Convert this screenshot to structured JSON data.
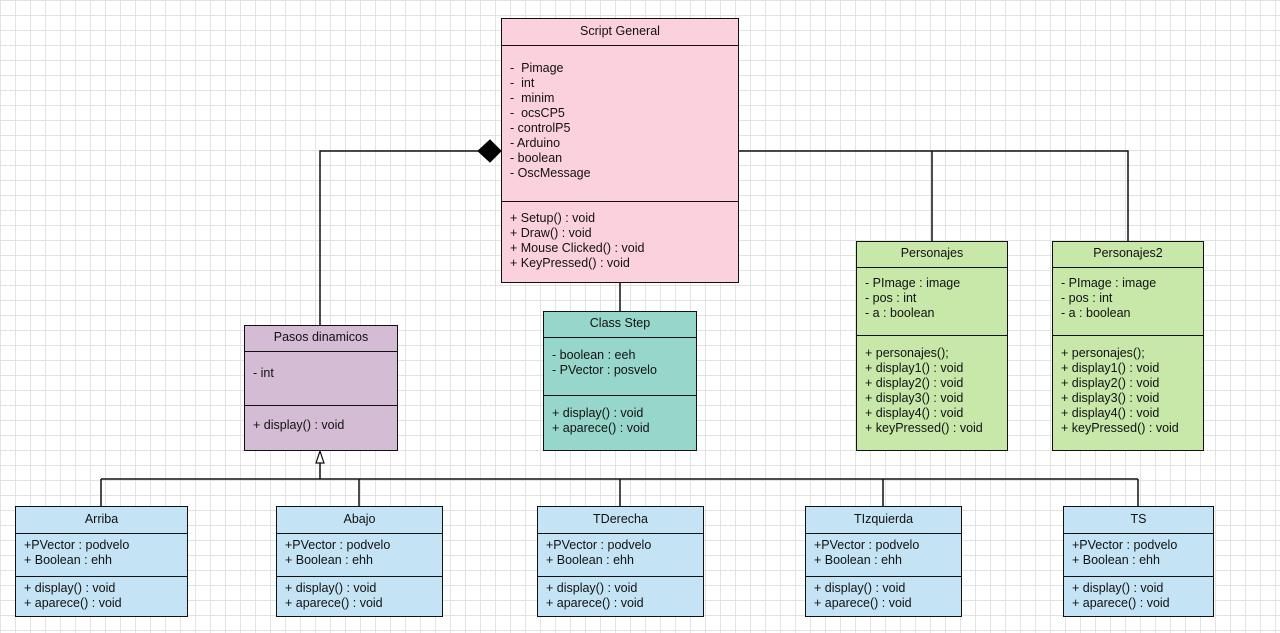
{
  "classes": {
    "script_general": {
      "name": "Script General",
      "attributes": [
        "-  Pimage",
        "-  int",
        "-  minim",
        "-  ocsCP5",
        "- controlP5",
        "- Arduino",
        "- boolean",
        "- OscMessage"
      ],
      "methods": [
        "+ Setup() : void",
        "+ Draw() : void",
        "+ Mouse Clicked() : void",
        "+ KeyPressed() : void"
      ]
    },
    "pasos_dinamicos": {
      "name": "Pasos dinamicos",
      "attributes": [
        "- int"
      ],
      "methods": [
        "+ display() : void"
      ]
    },
    "class_step": {
      "name": "Class Step",
      "attributes": [
        "- boolean : eeh",
        "- PVector : posvelo"
      ],
      "methods": [
        "+ display() : void",
        "+ aparece() : void"
      ]
    },
    "personajes": {
      "name": "Personajes",
      "attributes": [
        "- PImage : image",
        "- pos : int",
        "- a : boolean"
      ],
      "methods": [
        "+ personajes();",
        "+ display1() : void",
        "+ display2() : void",
        "+ display3() : void",
        "+ display4() : void",
        "+ keyPressed() : void"
      ]
    },
    "personajes2": {
      "name": "Personajes2",
      "attributes": [
        "- PImage : image",
        "- pos : int",
        "- a : boolean"
      ],
      "methods": [
        "+ personajes();",
        "+ display1() : void",
        "+ display2() : void",
        "+ display3() : void",
        "+ display4() : void",
        "+ keyPressed() : void"
      ]
    },
    "arriba": {
      "name": "Arriba",
      "attributes": [
        "+PVector : podvelo",
        "+ Boolean : ehh"
      ],
      "methods": [
        "+ display() : void",
        "+ aparece() : void"
      ]
    },
    "abajo": {
      "name": "Abajo",
      "attributes": [
        "+PVector : podvelo",
        "+ Boolean : ehh"
      ],
      "methods": [
        "+ display() : void",
        "+ aparece() : void"
      ]
    },
    "tderecha": {
      "name": "TDerecha",
      "attributes": [
        "+PVector : podvelo",
        "+ Boolean : ehh"
      ],
      "methods": [
        "+ display() : void",
        "+ aparece() : void"
      ]
    },
    "tizquierda": {
      "name": "TIzquierda",
      "attributes": [
        "+PVector : podvelo",
        "+ Boolean : ehh"
      ],
      "methods": [
        "+ display() : void",
        "+ aparece() : void"
      ]
    },
    "ts": {
      "name": "TS",
      "attributes": [
        "+PVector : podvelo",
        "+ Boolean : ehh"
      ],
      "methods": [
        "+ display() : void",
        "+ aparece() : void"
      ]
    }
  },
  "relationships": [
    {
      "from": "script_general",
      "to": "pasos_dinamicos",
      "type": "composition"
    },
    {
      "from": "script_general",
      "to": "class_step",
      "type": "association"
    },
    {
      "from": "script_general",
      "to": "personajes",
      "type": "association"
    },
    {
      "from": "script_general",
      "to": "personajes2",
      "type": "association"
    },
    {
      "from": "arriba",
      "to": "pasos_dinamicos",
      "type": "generalization"
    },
    {
      "from": "abajo",
      "to": "pasos_dinamicos",
      "type": "generalization"
    },
    {
      "from": "tderecha",
      "to": "pasos_dinamicos",
      "type": "generalization"
    },
    {
      "from": "tizquierda",
      "to": "pasos_dinamicos",
      "type": "generalization"
    },
    {
      "from": "ts",
      "to": "pasos_dinamicos",
      "type": "generalization"
    }
  ]
}
